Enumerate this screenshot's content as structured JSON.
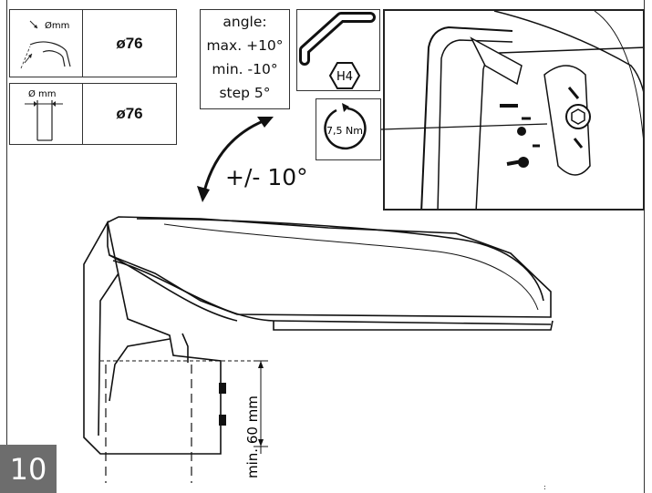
{
  "spec_top": {
    "pict_label": "Ømm",
    "value": "ø76"
  },
  "spec_bottom": {
    "pict_label": "Ø mm",
    "value": "ø76"
  },
  "angle": {
    "lines": [
      "angle:",
      "max. +10°",
      "min. -10°",
      "step 5°"
    ]
  },
  "key": {
    "label": "H4"
  },
  "torque": {
    "label": "7,5 Nm"
  },
  "rotation": {
    "label": "+/- 10°"
  },
  "insertion": {
    "label": "min. 60 mm"
  },
  "step": {
    "number": "10"
  }
}
